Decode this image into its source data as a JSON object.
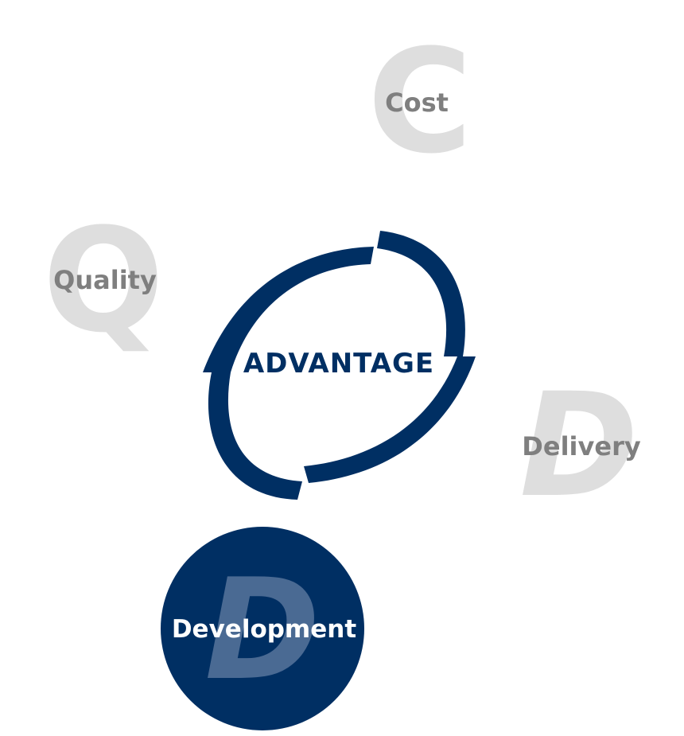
{
  "colors": {
    "navy": "#002f63",
    "gray_text": "#7f7f7f",
    "gray_letter": "#dedede",
    "white": "#ffffff",
    "dev_letter": "#4a6a93"
  },
  "center": {
    "label": "ADVANTAGE"
  },
  "nodes": [
    {
      "id": "cost",
      "letter": "C",
      "label": "Cost",
      "active": false
    },
    {
      "id": "quality",
      "letter": "Q",
      "label": "Quality",
      "active": false
    },
    {
      "id": "delivery",
      "letter": "D",
      "label": "Delivery",
      "active": false
    },
    {
      "id": "development",
      "letter": "D",
      "label": "Development",
      "active": true
    }
  ]
}
